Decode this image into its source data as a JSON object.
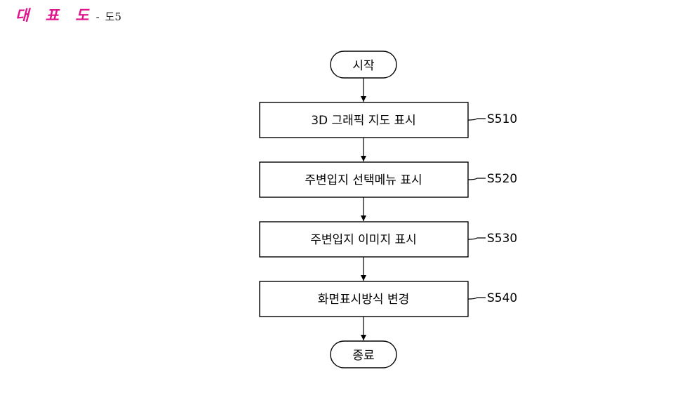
{
  "header": {
    "title": "대 표 도",
    "separator": "-",
    "figure": "도5"
  },
  "flowchart": {
    "terminals": {
      "start": "시작",
      "end": "종료"
    },
    "steps": [
      {
        "label": "3D 그래픽 지도 표시",
        "code": "S510"
      },
      {
        "label": "주변입지 선택메뉴 표시",
        "code": "S520"
      },
      {
        "label": "주변입지 이미지 표시",
        "code": "S530"
      },
      {
        "label": "화면표시방식 변경",
        "code": "S540"
      }
    ],
    "edges": [
      [
        "start",
        "S510"
      ],
      [
        "S510",
        "S520"
      ],
      [
        "S520",
        "S530"
      ],
      [
        "S530",
        "S540"
      ],
      [
        "S540",
        "end"
      ]
    ]
  }
}
